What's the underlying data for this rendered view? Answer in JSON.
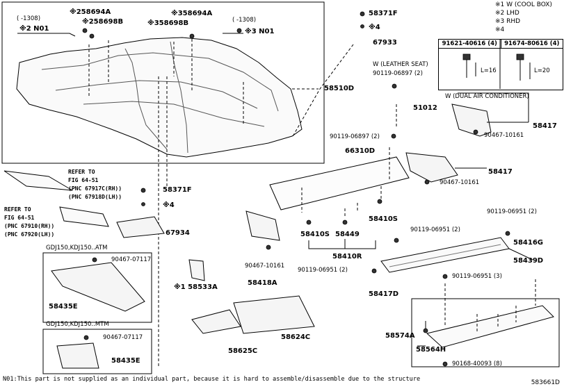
{
  "legend": {
    "items": [
      "※1 W (COOL BOX)",
      "※2 LHD",
      "※3 RHD",
      "※4"
    ]
  },
  "screw_table": {
    "headers": [
      "91621-40616 (4)",
      "91674-80616 (4)"
    ],
    "lengths": [
      "L=16",
      "L=20"
    ]
  },
  "callouts": {
    "n258694a": "※258694A",
    "n258698b": "※258698B",
    "n358694a": "※358694A",
    "n358698b": "※358698B",
    "range_left": "(  -1308)",
    "range_right": "(  -1308)",
    "n2n01": "※2 N01",
    "n3n01": "※3 N01",
    "p58371f_top": "58371F",
    "star4_top": "※4",
    "p67933": "67933",
    "p58510d": "58510D",
    "leather_seat": "W (LEATHER SEAT)",
    "bolt_90119_06897_2a": "90119-06897 (2)",
    "p51012": "51012",
    "bolt_90119_06897_2b": "90119-06897 (2)",
    "p66310d": "66310D",
    "dual_ac": "W (DUAL AIR CONDITIONER)",
    "p58417a": "58417",
    "bolt_90467_10161a": "90467-10161",
    "p58417b": "58417",
    "bolt_90467_10161b": "90467-10161",
    "refer1_line1": "REFER TO",
    "refer1_line2": "FIG 64-51",
    "refer1_line3": "(PNC 67917C(RH))",
    "refer1_line4": "(PNC 67918D(LH))",
    "refer2_line1": "REFER TO",
    "refer2_line2": "FIG 64-51",
    "refer2_line3": "(PNC 67910(RH))",
    "refer2_line4": "(PNC 67920(LH))",
    "p58371f_mid": "58371F",
    "star4_mid": "※4",
    "p67934": "67934",
    "p58410s_a": "58410S",
    "p58449": "58449",
    "p58410s_b": "58410S",
    "p58410r": "58410R",
    "bolt_90119_06951_2a": "90119-06951 (2)",
    "p58416g": "58416G",
    "bolt_90119_06951_2b": "90119-06951 (2)",
    "bolt_90119_06951_2c": "90119-06951 (2)",
    "p58439d": "58439D",
    "bolt_90467_10161c": "90467-10161",
    "p58418a": "58418A",
    "gdj_atm": "GDJ150,KDJ150..ATM",
    "bolt_90467_07117a": "90467-07117",
    "star1_58533a": "※1 58533A",
    "p58417d": "58417D",
    "bolt_90119_06951_3": "90119-06951 (3)",
    "p58435e_a": "58435E",
    "gdj_mtm": "GDJ150,KDJ150..MTM",
    "bolt_90467_07117b": "90467-07117",
    "p58574a": "58574A",
    "p58564h": "58564H",
    "p58624c": "58624C",
    "p58625c": "58625C",
    "p58435e_b": "58435E",
    "bolt_90168_40093": "90168-40093 (8)"
  },
  "footnote": "N01:This part is not supplied as an individual part,  because it is hard to assemble/disassemble due to the structure",
  "figure_id": "583661D"
}
